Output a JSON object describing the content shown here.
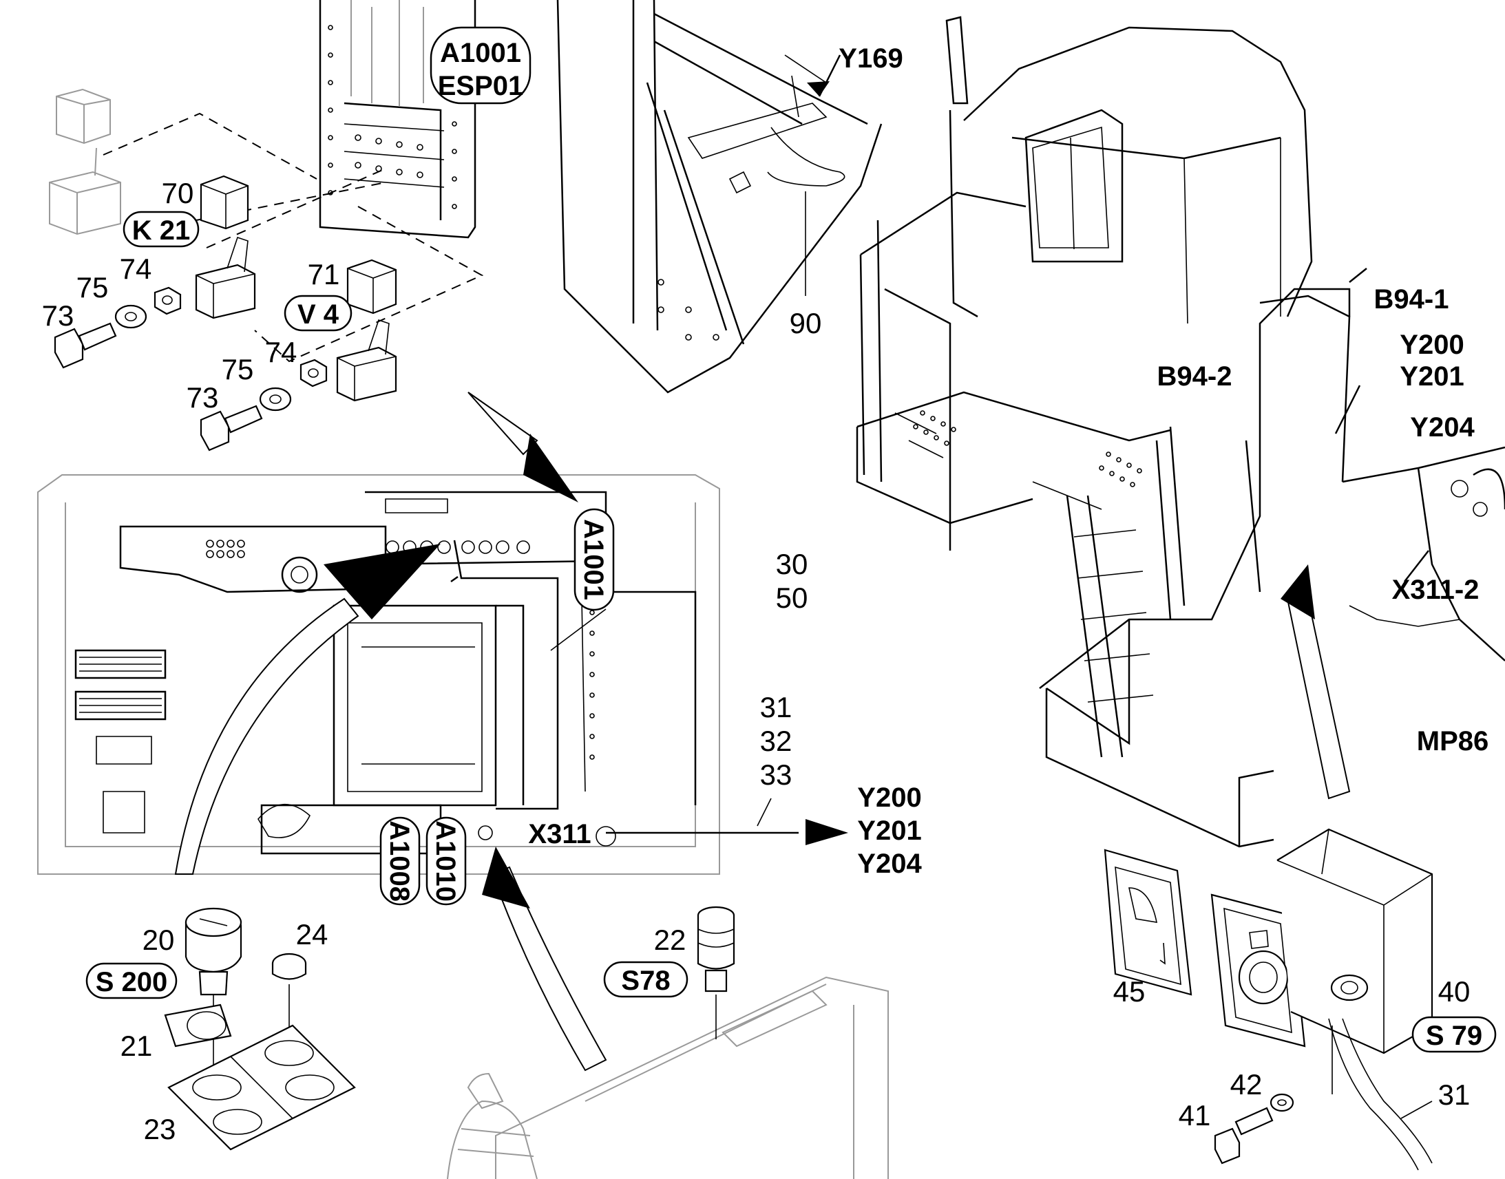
{
  "labels": {
    "a1001_esp01": [
      "A1001",
      "ESP01"
    ],
    "k21": "K 21",
    "v4": "V 4",
    "y169": "Y169",
    "b94_1": "B94-1",
    "b94_2": "B94-2",
    "y200_y201": [
      "Y200",
      "Y201"
    ],
    "y204_right": "Y204",
    "x311_2": "X311-2",
    "mp86": "MP86",
    "a1001_vertical": "A1001",
    "a1008": "A1008",
    "a1010": "A1010",
    "x311": "X311",
    "y_targets": [
      "Y200",
      "Y201",
      "Y204"
    ],
    "s200": "S 200",
    "s78": "S78",
    "s79": "S 79"
  },
  "part_numbers": {
    "n70": "70",
    "n71": "71",
    "n74a": "74",
    "n74b": "74",
    "n75a": "75",
    "n75b": "75",
    "n73a": "73",
    "n73b": "73",
    "n90": "90",
    "n30_50": [
      "30",
      "50"
    ],
    "n31_32_33": [
      "31",
      "32",
      "33"
    ],
    "n20": "20",
    "n24": "24",
    "n21": "21",
    "n23": "23",
    "n22": "22",
    "n45": "45",
    "n40": "40",
    "n42": "42",
    "n41": "41",
    "n31b": "31"
  },
  "icons": [
    "relay-icon",
    "relay-socket-icon",
    "bolt-icon",
    "washer-icon",
    "nut-icon",
    "rotary-switch-icon",
    "push-button-icon",
    "emergency-stop-box-icon",
    "seat-decal-icon",
    "operator-cab-icon",
    "control-panel-icon"
  ]
}
